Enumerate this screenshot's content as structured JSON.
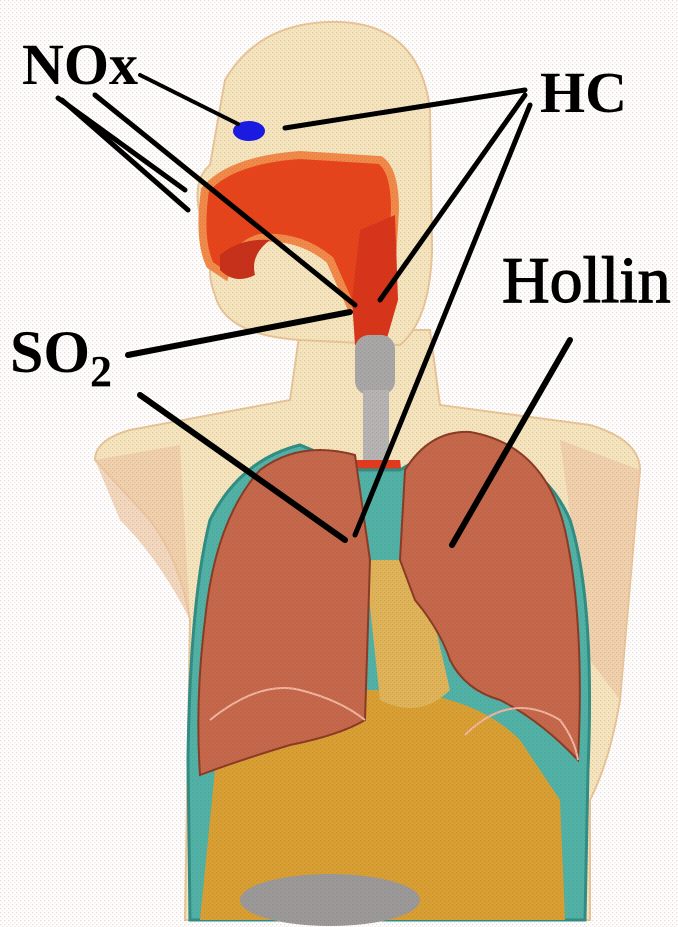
{
  "labels": {
    "nox": "NOx",
    "hc": "HC",
    "hollin": "Hollin",
    "so2_main": "SO",
    "so2_sub": "2"
  },
  "colors": {
    "skin": "#f6e6bf",
    "skin_edge": "#e9c79a",
    "nasal_cavity": "#e8441c",
    "trachea": "#a8a8a8",
    "lung": "#c5684c",
    "pleura": "#4fb3a8",
    "abdomen": "#d9a033",
    "olfactory_spot": "#1a1ae0",
    "pointer": "#000000"
  }
}
